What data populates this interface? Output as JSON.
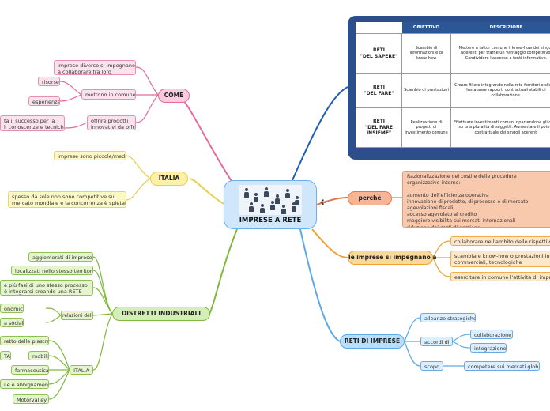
{
  "center": {
    "title": "IMPRESE A RETE"
  },
  "come": {
    "label": "COME",
    "c1": "imprese diverse si impegnano\na collaborare fra loro",
    "c2": "mettono in comune",
    "c2a": "risorse",
    "c2b": "esperienze",
    "c3": "offrire prodotti\ninnovativi da offrire",
    "c3a": "ta il successo per la\nli conoscenze e tecniche"
  },
  "italia": {
    "label": "ITALIA",
    "i1": "imprese sono piccole/medie",
    "i2": "spesso da sole non sono competitive sul\nmercato mondiale e la concorrenza è spietata"
  },
  "distretti": {
    "label": "DISTRETTI INDUSTRIALI",
    "d1": "agglomerati di imprese",
    "d2": "localizzati nello stesso territorio",
    "d3": "e più fasi di uno stesso processo\nè integrarsi creando una RETE",
    "rel": "relazioni della rete",
    "rel_a": "onomica",
    "rel_b": "a sociale",
    "italia": "ITALIA",
    "it_a": "retto delle piastrelle",
    "it_b": "TA",
    "it_c": "mobili",
    "it_d": "farmaceutica",
    "it_e": "ile e abbigliamento",
    "it_f": "Motorvalley"
  },
  "table": {
    "headers": [
      "OBIETTIVO",
      "DESCRIZIONE"
    ],
    "rows": [
      {
        "name": "RETI\n\"DEL SAPERE\"",
        "obiettivo": "Scambio di informazioni e di know-how",
        "descrizione": "Mettere a fattor comune il know-how dei singoli aderenti per trarne un vantaggio competitivo. Condividere l'accesso a fonti informative."
      },
      {
        "name": "RETI\n\"DEL FARE\"",
        "obiettivo": "Scambio di prestazioni",
        "descrizione": "Creare filiere integrando nella rete fornitori e clienti. Instaurare rapporti contrattuali stabili di collaborazione."
      },
      {
        "name": "RETI\n\"DEL FARE\nINSIEME\"",
        "obiettivo": "Realizzazione di progetti di investimento comune",
        "descrizione": "Effettuare investimenti comuni ripartendone gli oneri su una pluralità di soggetti. Aumentare il potere contrattuale dei singoli aderenti"
      }
    ]
  },
  "perche": {
    "label": "perchè",
    "text": "Razionalizzazione dei costi e delle procedure organizzative interne:\n\naumento dell'efficienza operativa\ninnovazione di prodotto, di processo e di mercato\nagevolazioni fiscali\naccesso agevolato al credito\nmaggiore visibilità sui mercati internazionali\nriduzione dei costi di gestione"
  },
  "impegnano": {
    "label": "le imprese si impegnano a",
    "a": "collaborare nell'ambito delle rispettive imprese",
    "b": "scambiare know-how o prestazioni industriali,\ncommerciali, tecnologiche",
    "c": "esercitare in comune l'attività di impresa"
  },
  "reti": {
    "label": "RETI DI IMPRESE",
    "alleanze": "alleanze strategiche",
    "accordi": "accordi di",
    "collab": "collaborazione",
    "integr": "integrazione",
    "scopo": "scopo",
    "compete": "competere sui mercati globali"
  },
  "colors": {
    "pink": "#e36b9c",
    "yellow": "#e5d04a",
    "green": "#7fb83f",
    "blue": "#1f5fb0",
    "orange": "#f0a033",
    "lightblue": "#5ca9e6",
    "salmon": "#e4774b"
  }
}
